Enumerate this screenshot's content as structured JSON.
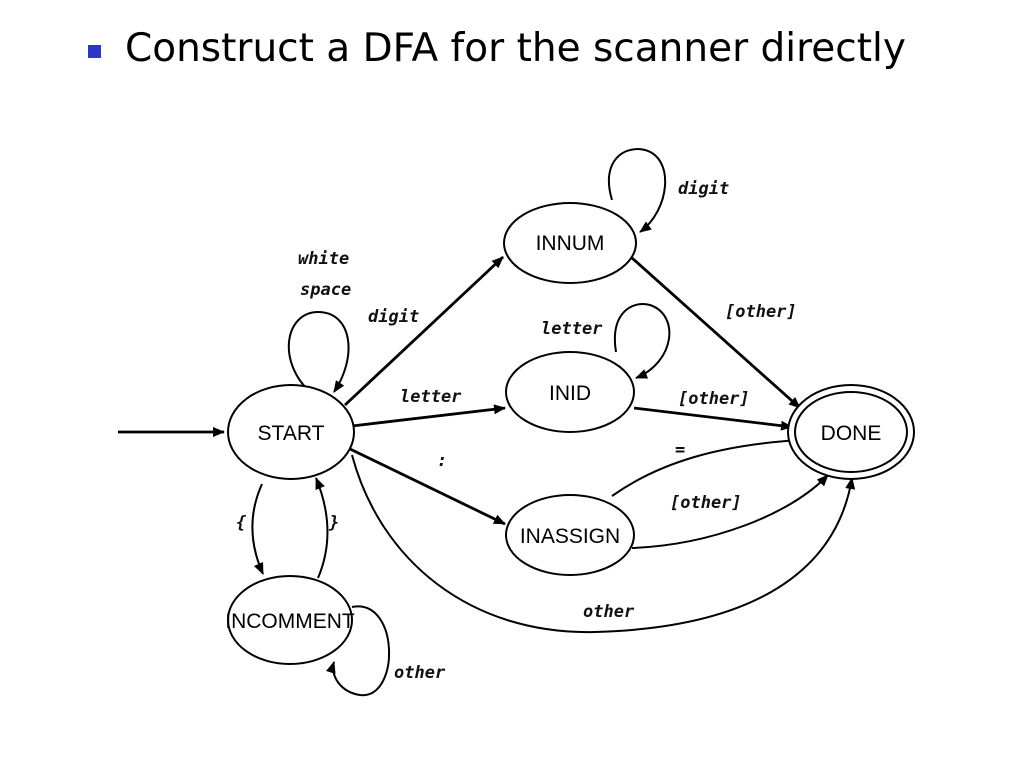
{
  "slide": {
    "title": "Construct a DFA for the scanner directly"
  },
  "states": {
    "start": "START",
    "innum": "INNUM",
    "inid": "INID",
    "inassign": "INASSIGN",
    "incomment": "INCOMMENT",
    "done": "DONE"
  },
  "labels": {
    "white1": "white",
    "white2": "space",
    "digit_start": "digit",
    "letter_start": "letter",
    "colon": ":",
    "digit_loop": "digit",
    "letter_loop": "letter",
    "innum_other": "[other]",
    "inid_other": "[other]",
    "equals": "=",
    "inassign_other": "[other]",
    "other_start": "other",
    "lbrace": "{",
    "rbrace": "}",
    "comment_other": "other"
  },
  "colors": {
    "bullet": "#2b35c9"
  }
}
